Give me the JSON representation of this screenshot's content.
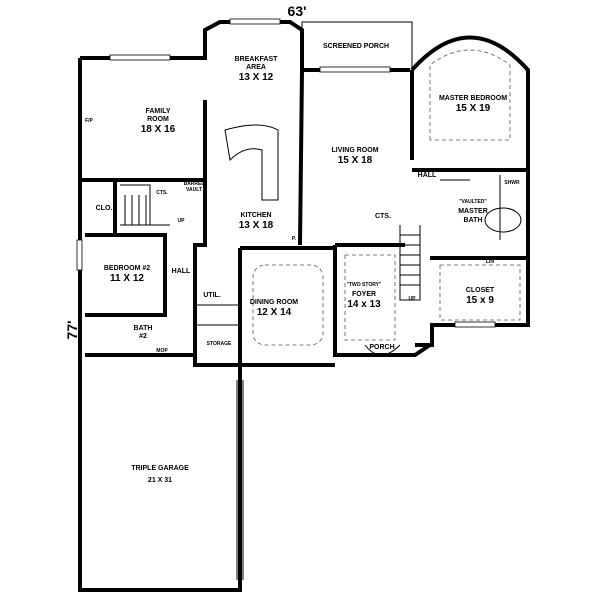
{
  "dimensions": {
    "width": "63'",
    "depth": "77'"
  },
  "rooms": {
    "family": {
      "name": "FAMILY ROOM",
      "line1": "FAMILY",
      "line2": "ROOM",
      "size": "18 X 16",
      "fireplace": "F/P"
    },
    "breakfast": {
      "line1": "BREAKFAST",
      "line2": "AREA",
      "size": "13 X 12"
    },
    "screened_porch": {
      "name": "SCREENED PORCH"
    },
    "master_bedroom": {
      "name": "MASTER BEDROOM",
      "size": "15 X 19"
    },
    "living": {
      "name": "LIVING ROOM",
      "size": "15 X 18"
    },
    "hall_master": {
      "name": "HALL"
    },
    "cts_foyer": {
      "name": "CTS."
    },
    "master_bath": {
      "note": "\"VAULTED\"",
      "line1": "MASTER",
      "line2": "BATH",
      "shower": "SHWR",
      "linen": "LIN"
    },
    "kitchen": {
      "name": "KITCHEN",
      "size": "13 X 18",
      "pantry": "P."
    },
    "stairs_rear": {
      "cts": "CTS.",
      "barrel1": "BARREL",
      "barrel2": "VAULT",
      "up": "UP"
    },
    "closet_clo": {
      "name": "CLO."
    },
    "bedroom2": {
      "name": "BEDROOM #2",
      "size": "11 X 12"
    },
    "hall": {
      "name": "HALL"
    },
    "util": {
      "name": "UTIL."
    },
    "dining": {
      "name": "DINING ROOM",
      "size": "12 X 14"
    },
    "foyer": {
      "note": "\"TWO STORY\"",
      "name": "FOYER",
      "size": "14 x 13",
      "up": "UP"
    },
    "closet": {
      "name": "CLOSET",
      "size": "15 x 9"
    },
    "porch": {
      "name": "PORCH"
    },
    "bath2": {
      "line1": "BATH",
      "line2": "#2",
      "mop": "MOP"
    },
    "storage": {
      "name": "STORAGE"
    },
    "garage": {
      "name": "TRIPLE GARAGE",
      "size": "21 X 31"
    }
  }
}
